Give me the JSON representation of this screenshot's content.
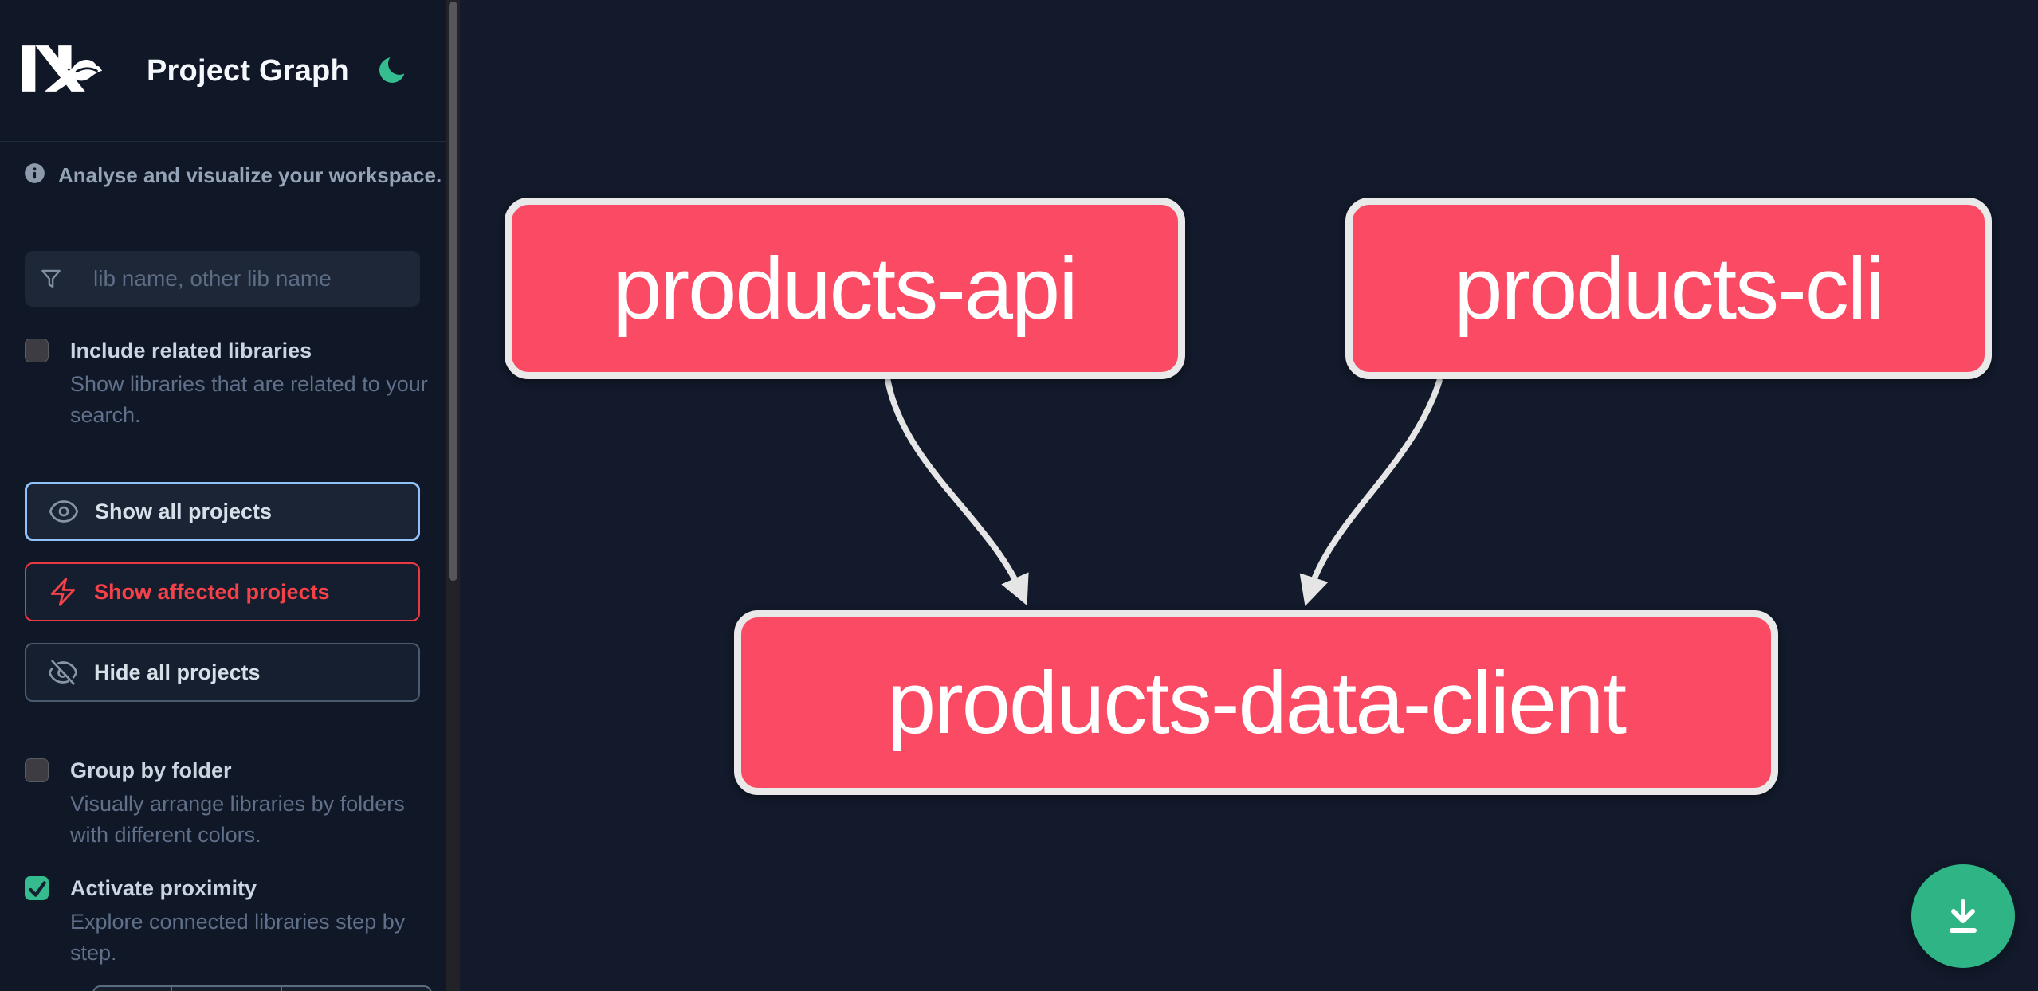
{
  "sidebar": {
    "title": "Project Graph",
    "intro": "Analyse and visualize your workspace.",
    "search": {
      "placeholder": "lib name, other lib name",
      "value": ""
    },
    "checkboxes": [
      {
        "label": "Include related libraries",
        "description": "Show libraries that are related to your search.",
        "checked": false
      },
      {
        "label": "Group by folder",
        "description": "Visually arrange libraries by folders with different colors.",
        "checked": false
      },
      {
        "label": "Activate proximity",
        "description": "Explore connected libraries step by step.",
        "checked": true
      }
    ],
    "buttons": [
      {
        "label": "Show all projects",
        "icon": "eye-icon",
        "state": "focused"
      },
      {
        "label": "Show affected projects",
        "icon": "bolt-icon",
        "state": "affected"
      },
      {
        "label": "Hide all projects",
        "icon": "eye-slash-icon",
        "state": "default"
      }
    ],
    "icons": [
      "nx-logo",
      "moon-icon",
      "info-icon",
      "filter-funnel-icon"
    ]
  },
  "graph": {
    "nodes": [
      {
        "id": "products-api",
        "label": "products-api"
      },
      {
        "id": "products-cli",
        "label": "products-cli"
      },
      {
        "id": "products-data-client",
        "label": "products-data-client"
      }
    ],
    "edges": [
      {
        "from": "products-api",
        "to": "products-data-client"
      },
      {
        "from": "products-cli",
        "to": "products-data-client"
      }
    ],
    "download_button_icon": "download-icon"
  },
  "colors": {
    "node_fill": "#fb4a63",
    "node_border": "#e9e9e9",
    "edge": "#e5e5e5",
    "accent_green": "#35bb8d",
    "accent_blue_border": "#8fc2f8",
    "accent_red": "#f64149",
    "background": "#121a2b",
    "sidebar_background": "#101827"
  }
}
